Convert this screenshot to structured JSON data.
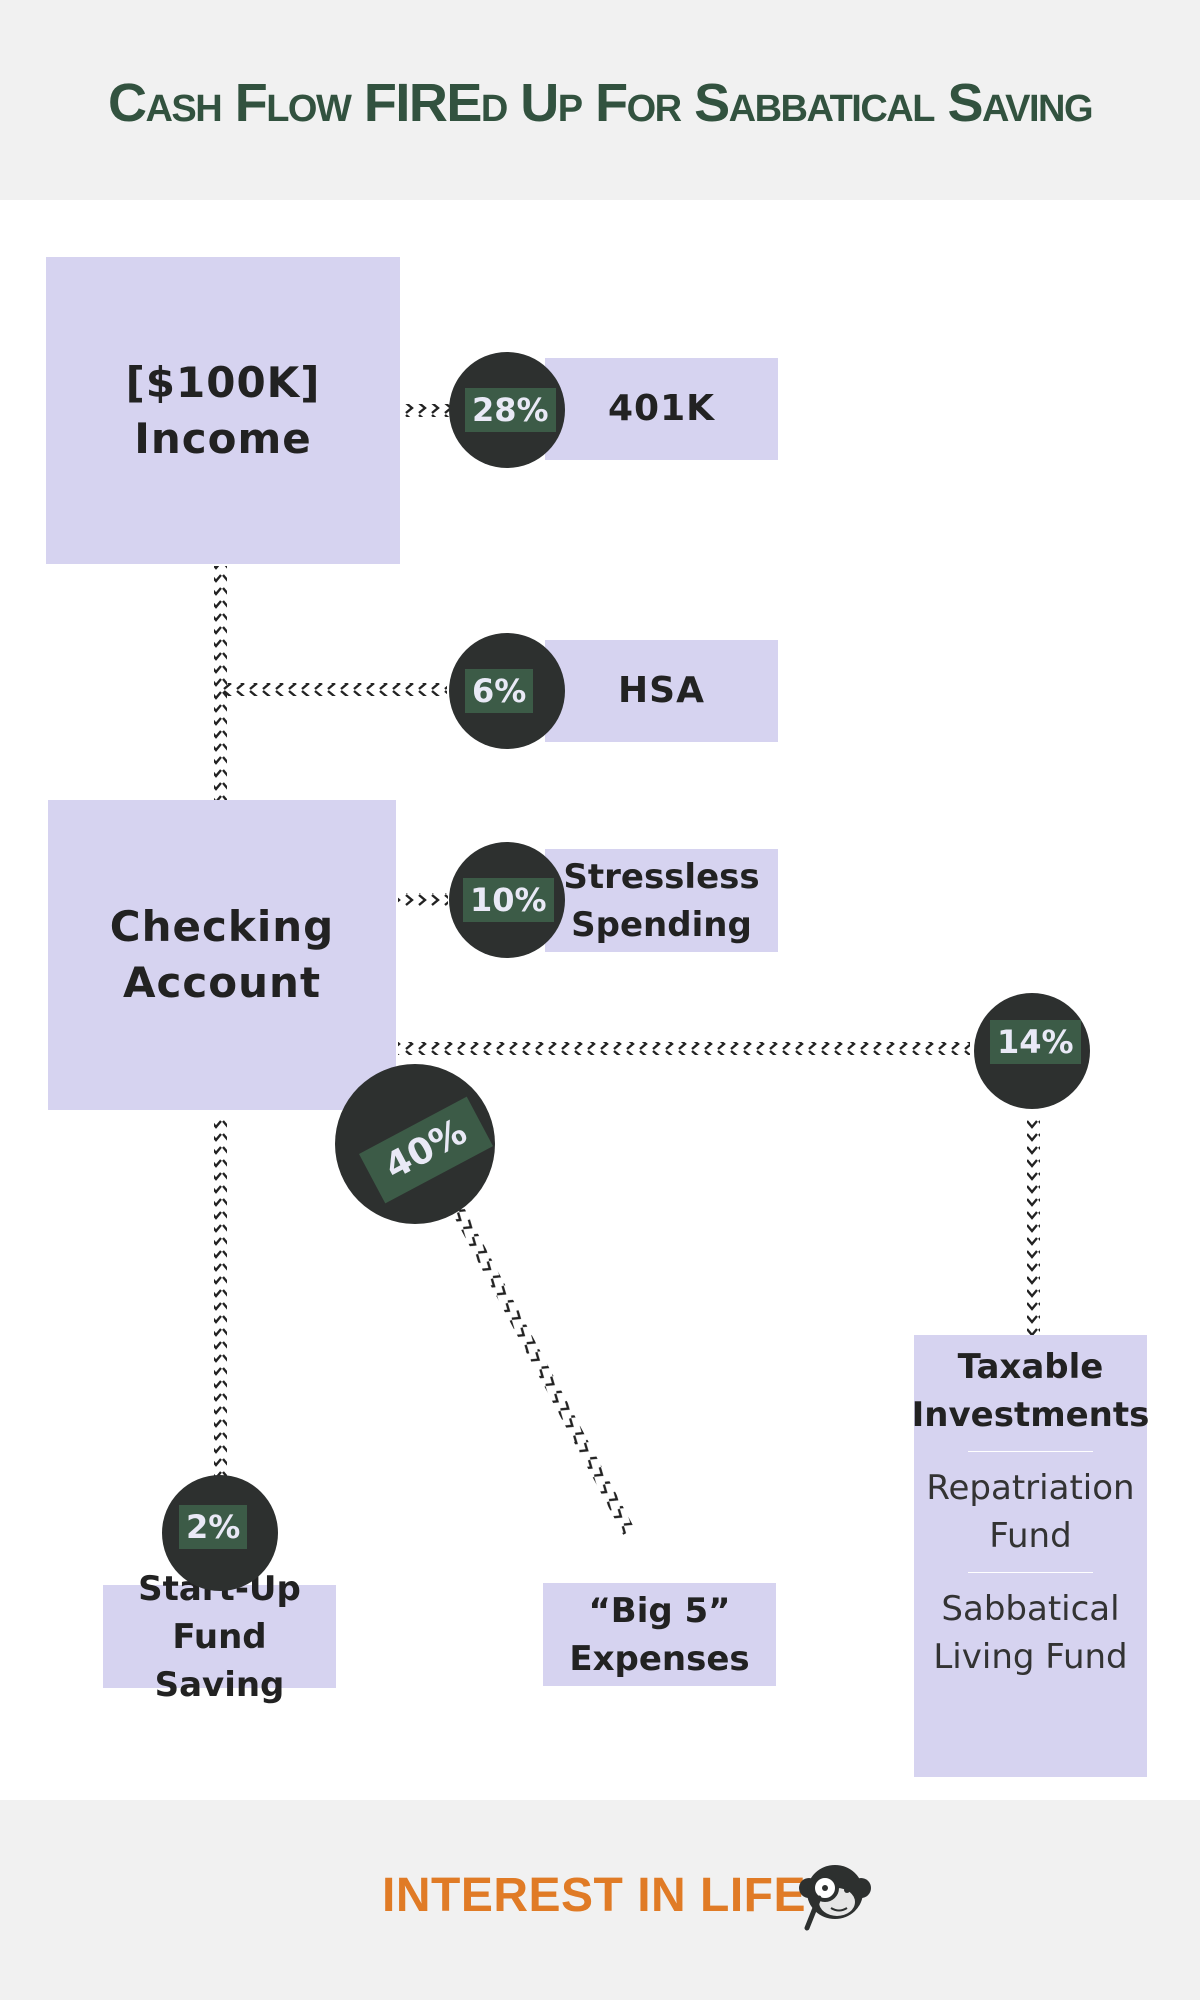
{
  "title": "Cash Flow FIREd Up For Sabbatical Saving",
  "nodes": {
    "income": "[$100K]\nIncome",
    "checking": "Checking\nAccount",
    "k401": "401K",
    "hsa": "HSA",
    "stressless": "Stressless\nSpending",
    "startup": "Start-Up\nFund Saving",
    "big5": "“Big 5”\nExpenses",
    "taxable": "Taxable\nInvestments",
    "repatriation": "Repatriation\nFund",
    "sabbatical": "Sabbatical\nLiving Fund"
  },
  "flows": {
    "k401": "28%",
    "hsa": "6%",
    "stressless": "10%",
    "taxable": "14%",
    "big5": "40%",
    "startup": "2%"
  },
  "footer": {
    "brand": "INTEREST IN LIFE",
    "logo_icon": "monkey-magnifier-icon"
  },
  "colors": {
    "box": "#d6d3f0",
    "circle": "#2d302f",
    "percent_tag": "#3c5b47",
    "title": "#32523f",
    "brand": "#e07b26"
  }
}
